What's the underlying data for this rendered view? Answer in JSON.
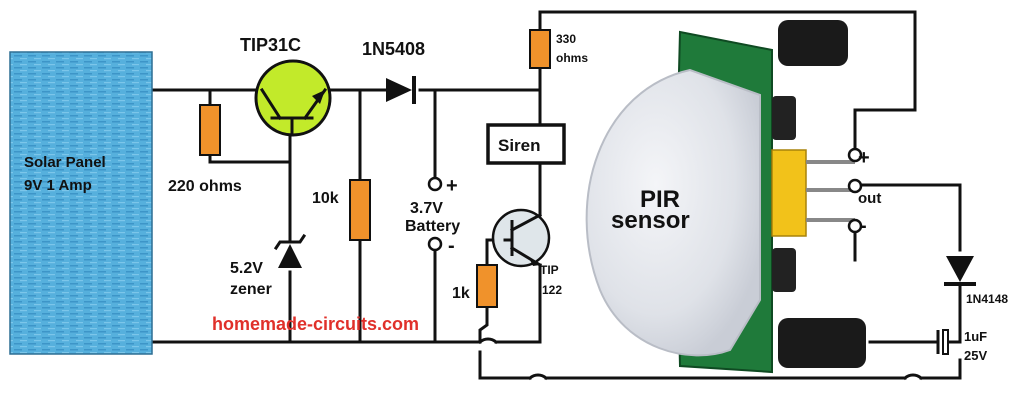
{
  "solar_panel": {
    "line1": "Solar Panel",
    "line2": "9V 1 Amp",
    "color": "#4aa8d8"
  },
  "components": {
    "transistor_top": "TIP31C",
    "diode_top": "1N5408",
    "resistor_330": "330",
    "resistor_330_unit": "ohms",
    "resistor_220": "220 ohms",
    "resistor_10k": "10k",
    "zener_value": "5.2V",
    "zener_word": "zener",
    "battery_line1": "3.7V",
    "battery_line2": "Battery",
    "battery_plus": "+",
    "battery_minus": "-",
    "siren": "Siren",
    "resistor_1k": "1k",
    "transistor_mid_line1": "TIP",
    "transistor_mid_line2": "122",
    "pir_line1": "PIR",
    "pir_line2": "sensor",
    "pin_plus": "+",
    "pin_out": "out",
    "pin_minus": "-",
    "diode_right": "1N4148",
    "cap_value": "1uF",
    "cap_voltage": "25V"
  },
  "watermark": "homemade-circuits.com",
  "colors": {
    "resistor": "#f0922b",
    "transistor": "#c2ea2a",
    "transistor_mid": "#dfe6ea",
    "watermark": "#e0302a",
    "pcb": "#1f7a3a",
    "dome": "#e7e9ee",
    "pin": "#f2c21a"
  }
}
